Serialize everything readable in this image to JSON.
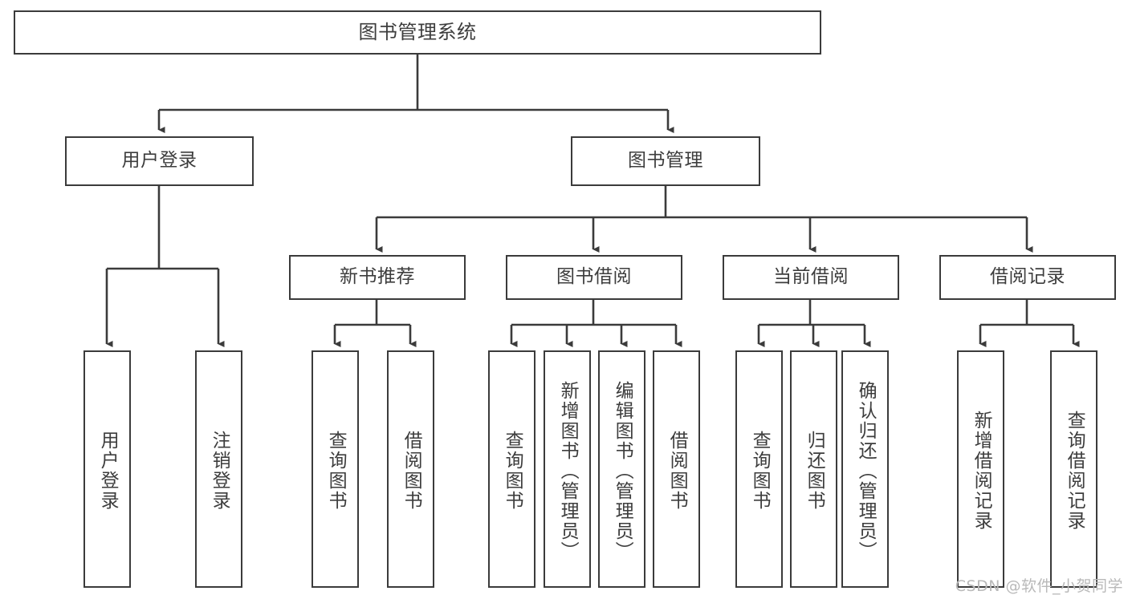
{
  "diagram": {
    "title": "图书管理系统",
    "type": "tree-hierarchy",
    "watermark": "CSDN @软件_小贺同学",
    "colors": {
      "border": "#3b3b3b",
      "text": "#3d3d3d",
      "edge": "#3b3b3b",
      "background": "#ffffff",
      "watermark": "#b9b9b9"
    }
  },
  "nodes": {
    "root": {
      "label": "图书管理系统"
    },
    "level2": [
      {
        "label": "用户登录"
      },
      {
        "label": "图书管理"
      }
    ],
    "level3": [
      {
        "label": "新书推荐"
      },
      {
        "label": "图书借阅"
      },
      {
        "label": "当前借阅"
      },
      {
        "label": "借阅记录"
      }
    ],
    "leaves": {
      "user_login": [
        {
          "label": "用户登录"
        },
        {
          "label": "注销登录"
        }
      ],
      "new_book_recommend": [
        {
          "label": "查询图书"
        },
        {
          "label": "借阅图书"
        }
      ],
      "book_borrow": [
        {
          "label": "查询图书"
        },
        {
          "label": "新增图书（管理员）"
        },
        {
          "label": "编辑图书（管理员）"
        },
        {
          "label": "借阅图书"
        }
      ],
      "current_borrow": [
        {
          "label": "查询图书"
        },
        {
          "label": "归还图书"
        },
        {
          "label": "确认归还（管理员）"
        }
      ],
      "borrow_record": [
        {
          "label": "新增借阅记录"
        },
        {
          "label": "查询借阅记录"
        }
      ]
    }
  }
}
